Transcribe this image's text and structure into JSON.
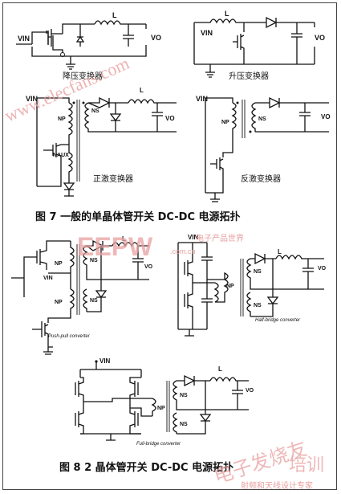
{
  "fig7": {
    "caption": "图 7 一般的单晶体管开关 DC-DC 电源拓扑",
    "buck": {
      "title": "降压变换器",
      "vin": "VIN",
      "l": "L",
      "vo": "VO"
    },
    "boost": {
      "title": "升压变换器",
      "l": "L",
      "vin": "VIN",
      "vo": "VO"
    },
    "forward": {
      "title": "正激变换器",
      "vin": "VIN",
      "np": "NP",
      "ns": "NS",
      "naux": "NAUX",
      "l": "L",
      "vo": "VO"
    },
    "flyback": {
      "title": "反激变换器",
      "vin": "VIN",
      "np": "NP",
      "ns": "NS",
      "vo": "VO"
    }
  },
  "fig8": {
    "caption": "图 8 2 晶体管开关 DC-DC 电源拓扑",
    "pushpull": {
      "title": "Push-pull converter",
      "vin": "VIN",
      "np1": "NP",
      "np2": "NP",
      "ns1": "NS",
      "ns2": "NS",
      "l": "L",
      "vo": "VO"
    },
    "halfbridge": {
      "title": "Half-bridge converter",
      "vin": "VIN",
      "np": "NP",
      "ns1": "NS",
      "ns2": "NS",
      "l": "L",
      "vo": "VO"
    },
    "fullbridge": {
      "title": "Full-bridge converter",
      "vin": "VIN",
      "np": "NP",
      "ns1": "NS",
      "ns2": "NS",
      "l": "L",
      "vo": "VO"
    }
  },
  "watermarks": {
    "site": "www.elecfans.com",
    "logo": "EEPW",
    "logo_sub": ".com.cn",
    "logo_cn": "电子产品世界",
    "bottom_cn": "电子发烧友",
    "bottom_cn2": "培训",
    "bottom_sub": "射频和天线设计专家"
  },
  "colors": {
    "watermark": "#e8a0a0",
    "ink": "#111111"
  }
}
